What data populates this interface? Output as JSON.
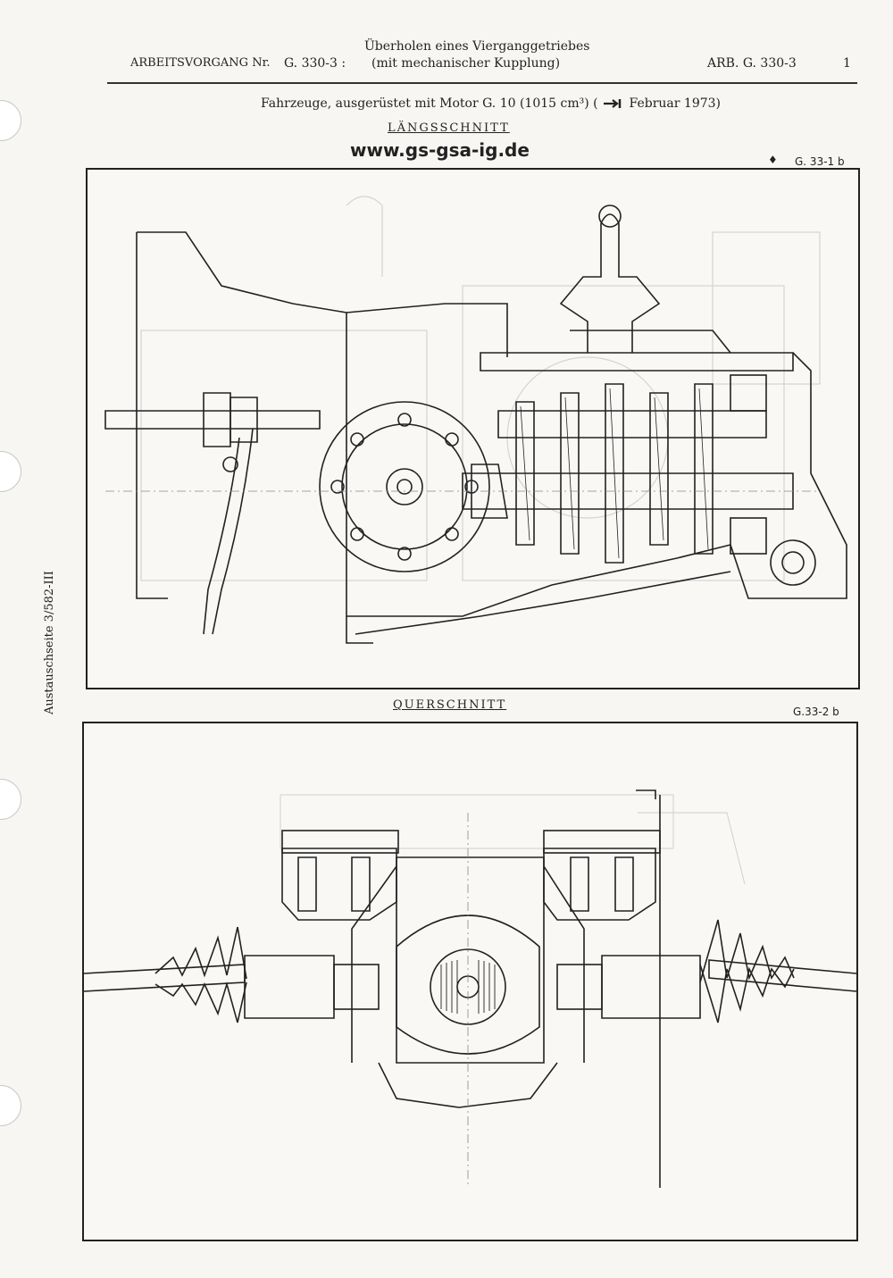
{
  "header": {
    "left_label": "ARBEITSVORGANG Nr.",
    "op_number": "G. 330-3 :",
    "title_line1": "Überholen eines Vierganggetriebes",
    "title_line2": "(mit mechanischer Kupplung)",
    "right_ref": "ARB. G. 330-3",
    "page_number": "1"
  },
  "vehicle_line": {
    "text": "Fahrzeuge, ausgerüstet mit Motor G. 10 (1015 cm³) (",
    "arrow_icon": "arrow-to-bar-icon",
    "date": "Februar 1973)"
  },
  "watermark": "www.gs-gsa-ig.de",
  "section1": {
    "title": "LÄNGSSCHNITT",
    "ref_marker": "♦",
    "ref": "G. 33-1 b"
  },
  "section2": {
    "title": "QUERSCHNITT",
    "ref": "G.33-2 b"
  },
  "side_text": "Austauschseite 3/582-III",
  "colors": {
    "paper": "#f7f6f2",
    "ink": "#222222",
    "ghost": "#d8d8d8"
  }
}
